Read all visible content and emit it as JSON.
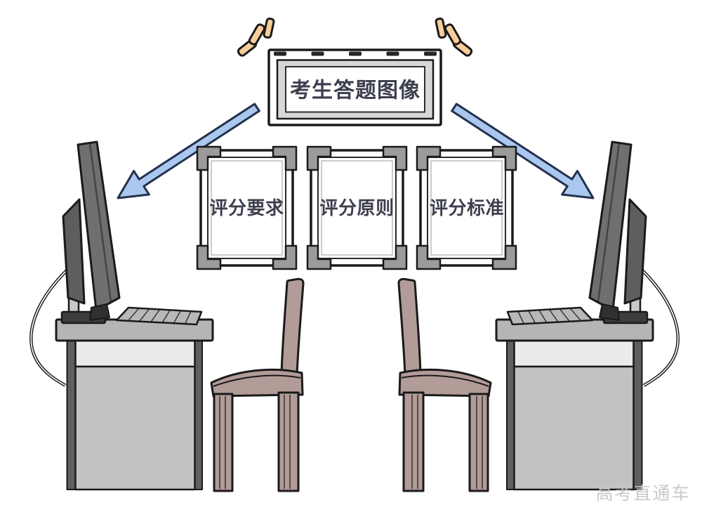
{
  "banner": {
    "title": "考生答题图像"
  },
  "posters": [
    {
      "label": "评分要求"
    },
    {
      "label": "评分原则"
    },
    {
      "label": "评分标准"
    }
  ],
  "watermark": "高考直通车",
  "icons": {
    "sparkle": "emphasis-dashes",
    "left_arrow": "arrow-down-left",
    "right_arrow": "arrow-down-right"
  },
  "colors": {
    "outline": "#1a1a1a",
    "arrow_fill": "#aac7ef",
    "arrow_stroke": "#24304d",
    "sparkle_fill": "#f8cd9b",
    "monitor_gray": "#6f6f6f",
    "monitor_dark": "#5e5e5e",
    "desk_top": "#b5b5b5",
    "desk_strip": "#ebebeb",
    "desk_panel": "#c2c2c2",
    "leg_gray": "#5f5f5f",
    "keyboard_gray": "#b8b8b8",
    "chair_mauve": "#b29c98",
    "poster_corner": "#9b9b9b",
    "banner_frame": "#d7d7d7",
    "text_dark": "#3d3f4e",
    "watermark_gray": "#c7c7c7"
  }
}
